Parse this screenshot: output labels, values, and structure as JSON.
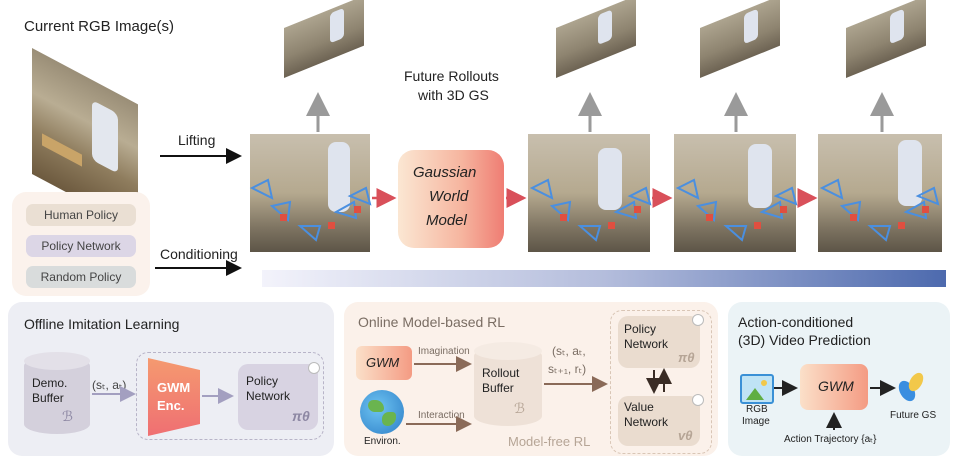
{
  "top": {
    "current_rgb_title": "Current RGB Image(s)",
    "lifting": "Lifting",
    "conditioning": "Conditioning",
    "future_rollouts_line1": "Future Rollouts",
    "future_rollouts_line2": "with 3D GS",
    "gwm_line1": "Gaussian",
    "gwm_line2": "World",
    "gwm_line3": "Model",
    "policies": [
      "Human Policy",
      "Policy Network",
      "Random Policy"
    ]
  },
  "offline": {
    "title": "Offline Imitation Learning",
    "buffer_line1": "Demo.",
    "buffer_line2": "Buffer",
    "buffer_symbol": "ℬ",
    "state_action": "(sₜ, aₜ)",
    "encoder_line1": "GWM",
    "encoder_line2": "Enc.",
    "policy_line1": "Policy",
    "policy_line2": "Network",
    "policy_symbol": "πθ"
  },
  "online": {
    "title": "Online Model-based RL",
    "gwm": "GWM",
    "imagination": "Imagination",
    "interaction": "Interaction",
    "environ": "Environ.",
    "rollout_line1": "Rollout",
    "rollout_line2": "Buffer",
    "rollout_symbol": "ℬ",
    "tuple_line1": "(sₜ, aₜ,",
    "tuple_line2": "sₜ₊₁, rₜ)",
    "policy_line1": "Policy",
    "policy_line2": "Network",
    "policy_symbol": "πθ",
    "value_line1": "Value",
    "value_line2": "Network",
    "value_symbol": "vθ",
    "model_free": "Model-free RL"
  },
  "video": {
    "title_line1": "Action-conditioned",
    "title_line2": "(3D) Video Prediction",
    "rgb_line1": "RGB",
    "rgb_line2": "Image",
    "gwm": "GWM",
    "future_gs": "Future GS",
    "action_traj": "Action Trajectory {aₜ}"
  }
}
